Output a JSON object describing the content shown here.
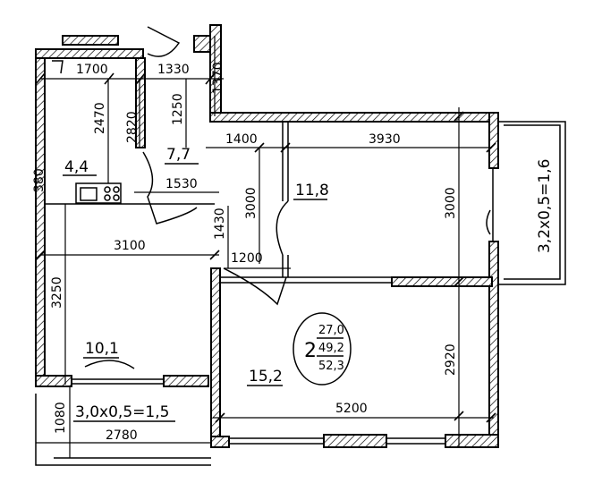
{
  "dimensions": {
    "d1700": "1700",
    "d1330": "1330",
    "d1370": "1370",
    "d2470": "2470",
    "d2820": "2820",
    "d1250": "1250",
    "d1400": "1400",
    "d3930": "3930",
    "d380": "380",
    "d1530": "1530",
    "d3000a": "3000",
    "d3000b": "3000",
    "d1430": "1430",
    "d3100": "3100",
    "d1200": "1200",
    "d3250": "3250",
    "d2920": "2920",
    "d5200": "5200",
    "d1080": "1080",
    "d2780": "2780"
  },
  "rooms": {
    "bath": "4,4",
    "hall": "7,7",
    "bedroom": "11,8",
    "kitchen": "10,1",
    "living": "15,2"
  },
  "balconies": {
    "right": "3,2x0,5=1,6",
    "bottom": "3,0x0,5=1,5"
  },
  "apartment": {
    "rooms": "2",
    "living_area": "27,0",
    "total_area": "49,2",
    "area_with_balcony": "52,3"
  }
}
